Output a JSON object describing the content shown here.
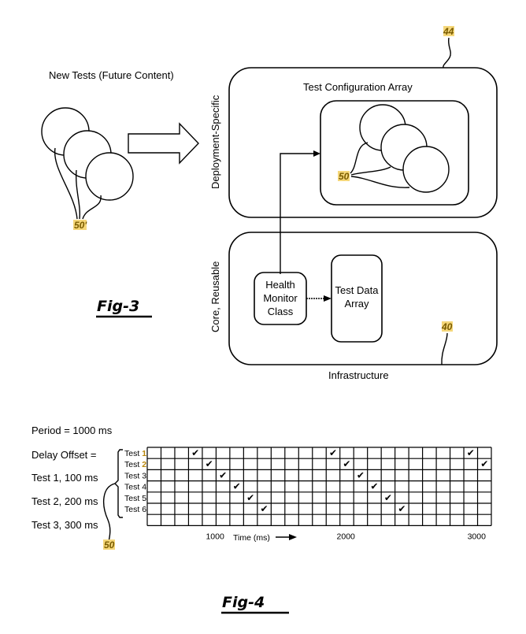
{
  "fig3": {
    "title": "Fig-3",
    "new_tests_label": "New Tests (Future Content)",
    "new_tests_ref": "50'",
    "deployment_label": "Deployment-Specific",
    "core_label": "Core, Reusable",
    "test_config_array": "Test Configuration Array",
    "test_config_ref": "50",
    "deployment_box_ref": "44",
    "health_monitor": [
      "Health",
      "Monitor",
      "Class"
    ],
    "test_data_array": [
      "Test Data",
      "Array"
    ],
    "infrastructure_ref": "40",
    "infrastructure_label": "Infrastructure"
  },
  "fig4": {
    "title": "Fig-4",
    "period": "Period = 1000 ms",
    "delay_offset": "Delay Offset =",
    "offsets": [
      "Test 1, 100 ms",
      "Test 2, 200 ms",
      "Test 3, 300 ms"
    ],
    "bracket_ref": "50",
    "rows": [
      {
        "prefix": "Test",
        "num": "1",
        "highlight": true
      },
      {
        "prefix": "Test",
        "num": "2",
        "highlight": true
      },
      {
        "prefix": "Test",
        "num": "3",
        "highlight": false
      },
      {
        "prefix": "Test",
        "num": "4",
        "highlight": false
      },
      {
        "prefix": "Test",
        "num": "5",
        "highlight": false
      },
      {
        "prefix": "Test",
        "num": "6",
        "highlight": false
      }
    ],
    "axis_label": "Time (ms)",
    "chart_data": {
      "type": "table",
      "title": "Test schedule timeline",
      "xlabel": "Time (ms)",
      "columns": 25,
      "rows_total": 7,
      "x_ticks": [
        {
          "label": "1000",
          "col": 5.5
        },
        {
          "label": "2000",
          "col": 15
        },
        {
          "label": "3000",
          "col": 24.5
        }
      ],
      "row_labels": [
        "Test 1",
        "Test 2",
        "Test 3",
        "Test 4",
        "Test 5",
        "Test 6"
      ],
      "checks": [
        {
          "row": 0,
          "cols": [
            4,
            14,
            24
          ]
        },
        {
          "row": 1,
          "cols": [
            5,
            15,
            25
          ]
        },
        {
          "row": 2,
          "cols": [
            6,
            16
          ]
        },
        {
          "row": 3,
          "cols": [
            7,
            17
          ]
        },
        {
          "row": 4,
          "cols": [
            8,
            18
          ]
        },
        {
          "row": 5,
          "cols": [
            9,
            19
          ]
        }
      ],
      "check_symbol": "✔"
    }
  }
}
